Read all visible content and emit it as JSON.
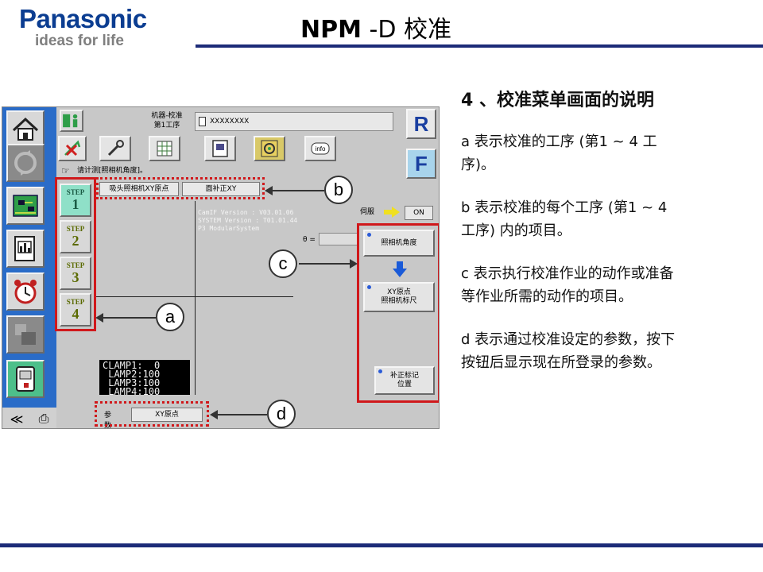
{
  "header": {
    "brand": "Panasonic",
    "tagline": "ideas for life",
    "title_bold": "NPM",
    "title_rest": " -D 校准"
  },
  "screen": {
    "window_title": "机器-校准\n第1工序",
    "file_name": "XXXXXXXX",
    "message": "请计测[照相机角度]。",
    "right_buttons": {
      "r": "R",
      "f": "F"
    },
    "steps": [
      {
        "label": "STEP",
        "num": "1"
      },
      {
        "label": "STEP",
        "num": "2"
      },
      {
        "label": "STEP",
        "num": "3"
      },
      {
        "label": "STEP",
        "num": "4"
      }
    ],
    "tabs": [
      "吸头照相机XY原点",
      "面补正XY"
    ],
    "version_text": "CamIF Version : V03.01.06\nSYSTEM Version : T01.01.44\nP3 ModularSystem",
    "theta_label": "θ =",
    "servo_label": "伺服",
    "servo_state": "ON",
    "actions": [
      "照相机角度",
      "XY原点\n照相机标尺",
      "补正标记\n位置"
    ],
    "clamp_text": "CLAMP1:  0\n LAMP2:100\n LAMP3:100\n LAMP4:100",
    "params_label": "参数",
    "params_value": "XY原点",
    "info_icon_text": "info"
  },
  "callouts": [
    "a",
    "b",
    "c",
    "d"
  ],
  "description": {
    "heading": "4 、校准菜单画面的说明",
    "items": [
      "a 表示校准的工序 (第1 ~ 4 工序)。",
      "b 表示校准的每个工序 (第1 ~ 4 工序) 内的项目。",
      "c 表示执行校准作业的动作或准备等作业所需的动作的项目。",
      "d 表示通过校准设定的参数，按下按钮后显示现在所登录的参数。"
    ]
  },
  "colors": {
    "brand_blue": "#0b3d91",
    "rule_navy": "#1c2b78",
    "highlight_red": "#d0181b",
    "panel_blue": "#2a6cc8"
  }
}
